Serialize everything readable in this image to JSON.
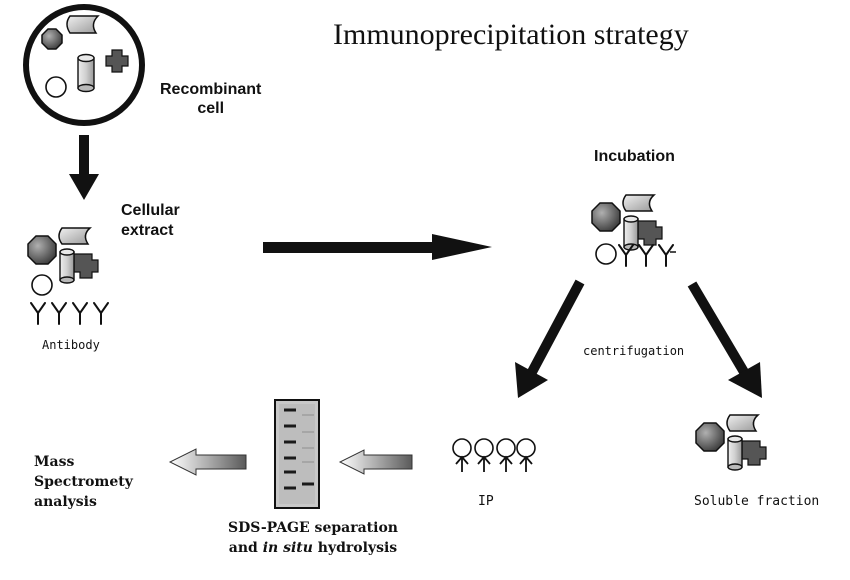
{
  "title": "Immunoprecipitation strategy",
  "labels": {
    "recombinant_cell": [
      "Recombinant",
      "cell"
    ],
    "cellular_extract": [
      "Cellular",
      "extract"
    ],
    "antibody": "Antibody",
    "incubation": "Incubation",
    "centrifugation": "centrifugation",
    "ip": "IP",
    "soluble_fraction": "Soluble fraction",
    "sds_page": [
      "SDS-PAGE separation",
      "and ",
      "in situ",
      " hydrolysis"
    ],
    "mass_spec": [
      "Mass",
      "Spectromety",
      "analysis"
    ]
  },
  "colors": {
    "ink": "#111111",
    "protein_dark": "#555555",
    "protein_light": "#d6d6d6",
    "gel_bg": "#bdbdbd"
  }
}
